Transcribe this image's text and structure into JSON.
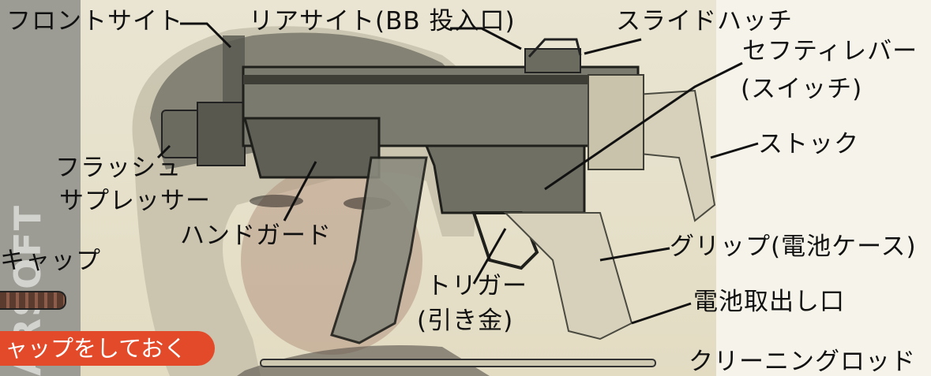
{
  "labels": {
    "front_sight": "フロントサイト",
    "rear_sight": "リアサイト(BB 投入口)",
    "slide_hatch": "スライドハッチ",
    "safety_lever_1": "セフティレバー",
    "safety_lever_2": "(スイッチ)",
    "stock": "ストック",
    "flash_suppressor_1": "フラッシュ",
    "flash_suppressor_2": "サプレッサー",
    "handguard": "ハンドガード",
    "cap": "キャップ",
    "grip": "グリップ(電池ケース)",
    "trigger_1": "トリガー",
    "trigger_2": "(引き金)",
    "battery_port": "電池取出し口",
    "cleaning_rod": "クリーニングロッド",
    "banner": "ャップをしておく",
    "side_text": "ARSOFT"
  },
  "colors": {
    "banner": "#e24a2a",
    "side_band": "#9c9c94",
    "background": "#f6f4ea",
    "gun_body": "#7a7a6e",
    "gun_dark": "#3e3e37"
  }
}
